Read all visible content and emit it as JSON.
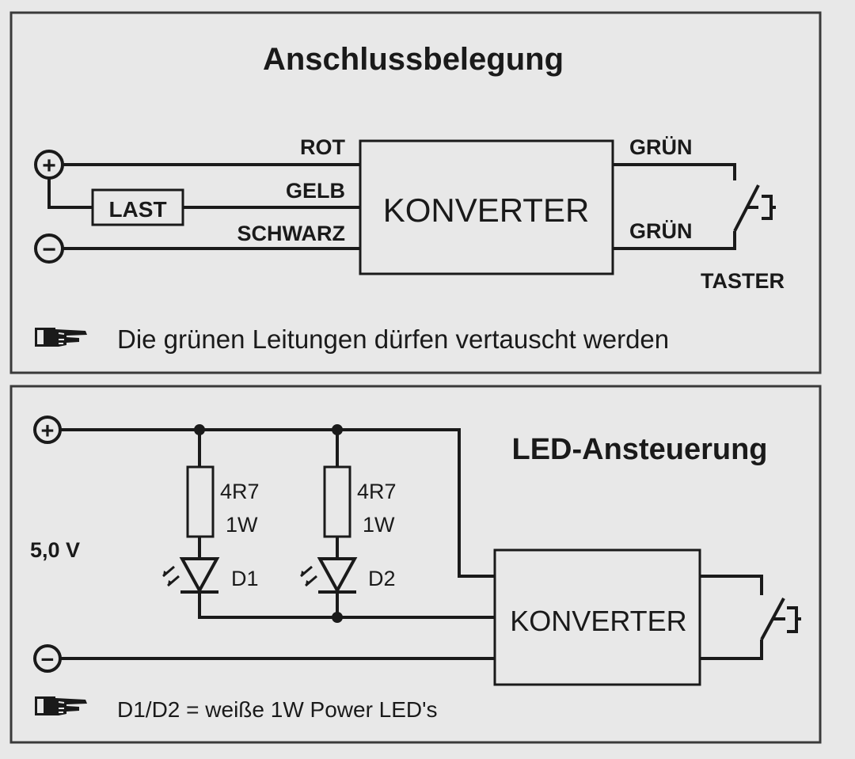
{
  "panel_top": {
    "title": "Anschlussbelegung",
    "wires": {
      "rot": "ROT",
      "gelb": "GELB",
      "schwarz": "SCHWARZ",
      "gruen_top": "GRÜN",
      "gruen_bottom": "GRÜN"
    },
    "load_label": "LAST",
    "converter_label": "KONVERTER",
    "switch_label": "TASTER",
    "plus_symbol": "+",
    "minus_symbol": "−",
    "note": "Die grünen Leitungen dürfen vertauscht werden",
    "note_icon": "pointing-hand-icon"
  },
  "panel_bottom": {
    "title": "LED-Ansteuerung",
    "voltage_label": "5,0 V",
    "plus_symbol": "+",
    "minus_symbol": "−",
    "resistors": [
      {
        "value": "4R7",
        "power": "1W"
      },
      {
        "value": "4R7",
        "power": "1W"
      }
    ],
    "leds": [
      {
        "label": "D1"
      },
      {
        "label": "D2"
      }
    ],
    "converter_label": "KONVERTER",
    "note": "D1/D2 = weiße 1W Power LED's",
    "note_icon": "pointing-hand-icon"
  }
}
